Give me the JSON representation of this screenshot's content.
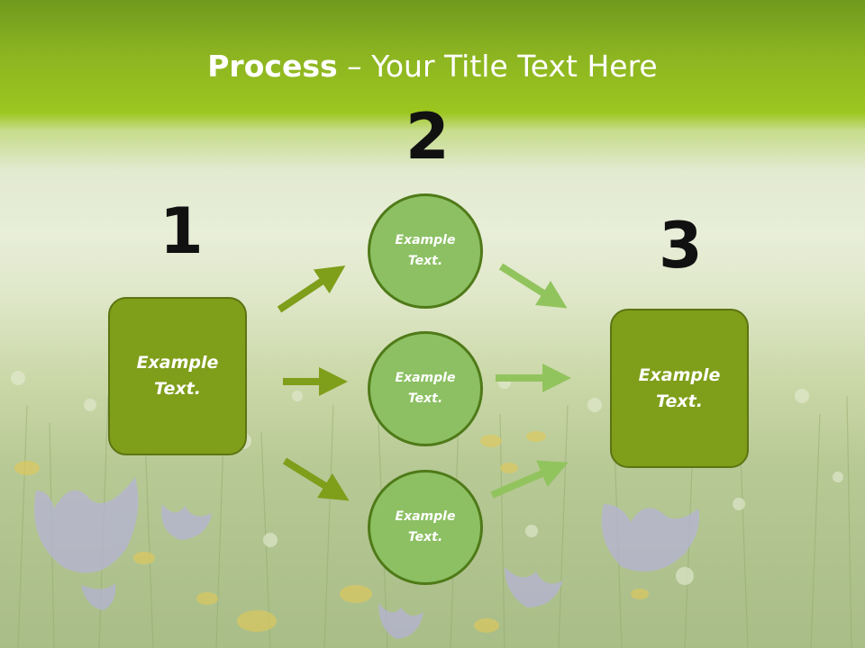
{
  "slide": {
    "title_bold": "Process",
    "title_rest": " – Your Title Text Here"
  },
  "steps": [
    {
      "number": "1",
      "text": "Example Text."
    },
    {
      "number": "2",
      "text": "Example Text."
    },
    {
      "number": "3",
      "text": "Example Text."
    }
  ],
  "middle_circles": [
    {
      "text": "Example Text."
    },
    {
      "text": "Example Text."
    },
    {
      "text": "Example Text."
    }
  ],
  "colors": {
    "title_bar": "#8cb421",
    "box_fill": "#7f9e1a",
    "circle_fill": "#8cc063",
    "arrow_dark": "#7f9e1a",
    "arrow_light": "#92c45e"
  }
}
